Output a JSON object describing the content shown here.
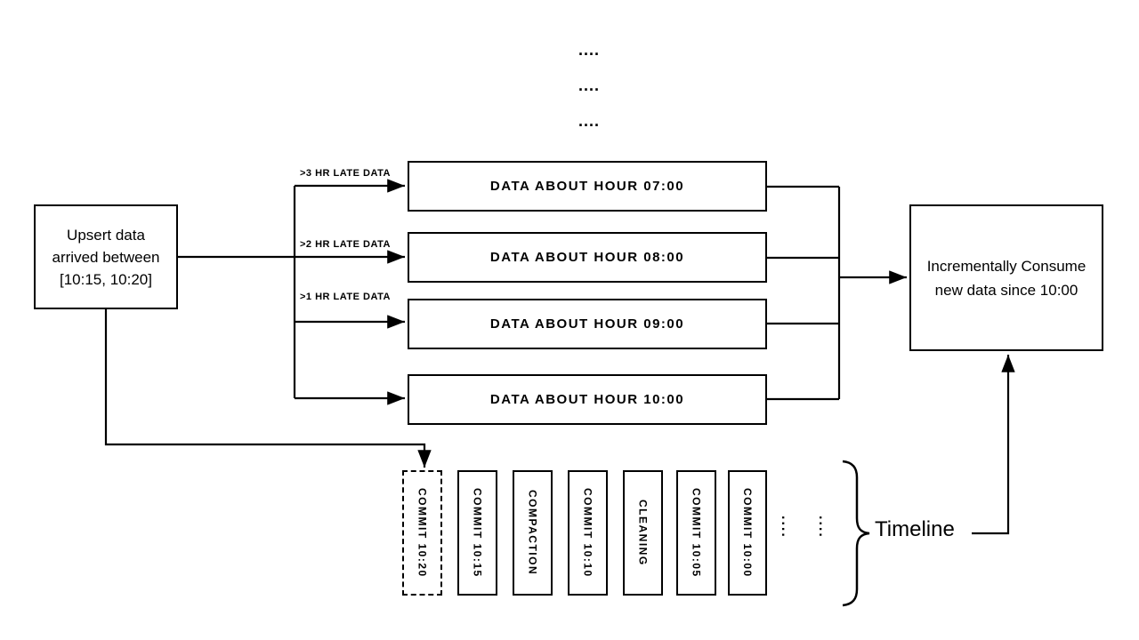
{
  "diagram": {
    "top_ellipsis_rows": [
      "....",
      "....",
      "...."
    ],
    "upsert_box": {
      "lines": [
        "Upsert data",
        "arrived between",
        "[10:15, 10:20]"
      ]
    },
    "late_labels": [
      ">3 HR LATE DATA",
      ">2 HR LATE DATA",
      ">1 HR LATE DATA"
    ],
    "data_boxes": [
      "DATA ABOUT HOUR 07:00",
      "DATA ABOUT HOUR 08:00",
      "DATA ABOUT HOUR 09:00",
      "DATA ABOUT HOUR 10:00"
    ],
    "consume_box": {
      "lines": [
        "Incrementally Consume",
        "new data since 10:00"
      ]
    },
    "timeline": {
      "commits": [
        "COMMIT  10:20",
        "COMMIT  10:15",
        "COMPACTION",
        "COMMIT  10:10",
        "CLEANING",
        "COMMIT  10:05",
        "COMMIT  10:00"
      ],
      "ellipsis": "....",
      "label": "Timeline"
    },
    "colors": {
      "line": "#000000",
      "background": "#ffffff"
    }
  }
}
